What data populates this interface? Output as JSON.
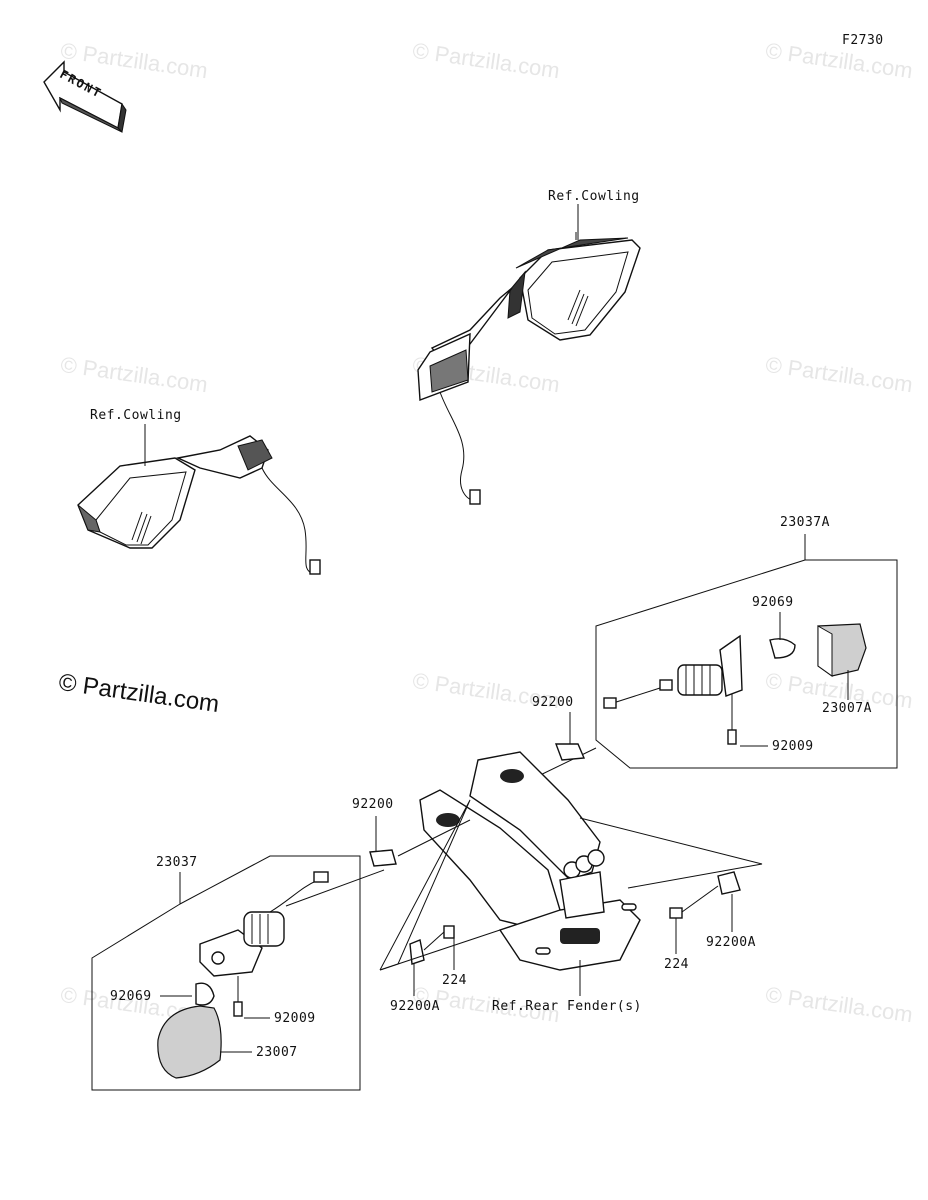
{
  "diagram_id": "F2730",
  "front_label": "FRONT",
  "watermark": "© Partzilla.com",
  "brand": "© Partzilla.com",
  "refs": {
    "cowling_right": "Ref.Cowling",
    "cowling_left": "Ref.Cowling",
    "rear_fender": "Ref.Rear Fender(s)"
  },
  "parts": {
    "p23037A": "23037A",
    "p92069_r": "92069",
    "p23007A": "23007A",
    "p92200_r": "92200",
    "p92009_r": "92009",
    "p92200_l": "92200",
    "p23037": "23037",
    "p92069_l": "92069",
    "p92009_l": "92009",
    "p23007": "23007",
    "p224_l": "224",
    "p92200A_l": "92200A",
    "p224_r": "224",
    "p92200A_r": "92200A"
  }
}
